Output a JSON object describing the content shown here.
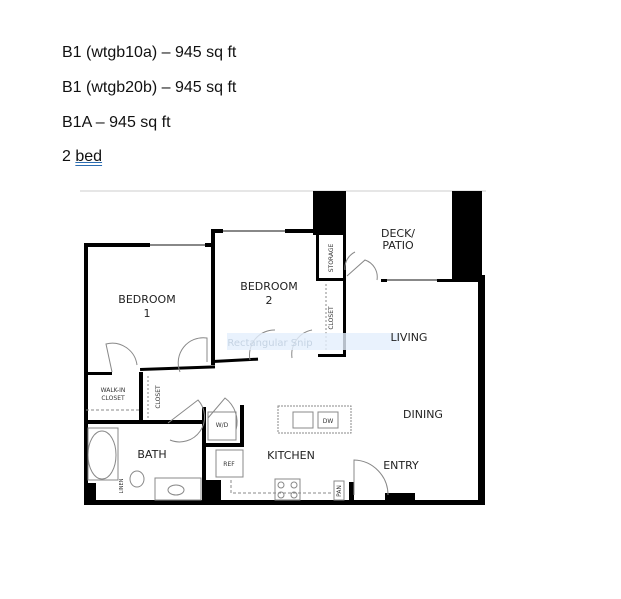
{
  "lines": [
    "B1 (wtgb10a) – 945 sq ft",
    "B1 (wtgb20b) – 945 sq ft",
    "B1A – 945 sq ft"
  ],
  "bed_line": {
    "number": "2",
    "word": "bed"
  },
  "floorplan": {
    "rooms": {
      "bedroom1": [
        "BEDROOM",
        "1"
      ],
      "bedroom2": [
        "BEDROOM",
        "2"
      ],
      "deck": [
        "DECK/",
        "PATIO"
      ],
      "storage": "STORAGE",
      "closet2": "CLOSET",
      "living": "LIVING",
      "dining": "DINING",
      "entry": "ENTRY",
      "kitchen": "KITCHEN",
      "bath": "BATH",
      "walkin": [
        "WALK-IN",
        "CLOSET"
      ],
      "closet1": "CLOSET",
      "wd": "W/D",
      "dw": "DW",
      "ref": "REF",
      "pan": "PAN",
      "linen": "LINEN"
    },
    "overlay_text": "Rectangular Snip"
  }
}
